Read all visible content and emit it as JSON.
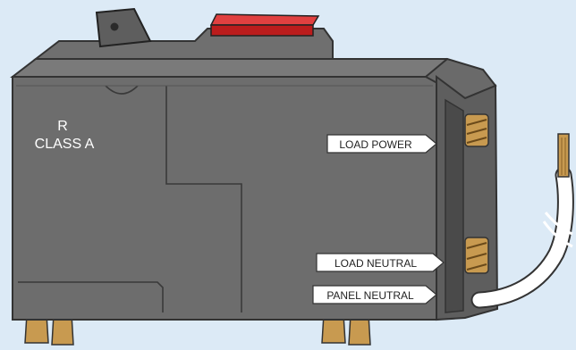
{
  "device_marking": {
    "line1": "R",
    "line2": "CLASS  A"
  },
  "callouts": {
    "load_power": "LOAD  POWER",
    "load_neutral": "LOAD  NEUTRAL",
    "panel_neutral": "PANEL  NEUTRAL"
  },
  "colors": {
    "background": "#dceaf6",
    "body": "#6d6d6d",
    "body_dark": "#5b5b5b",
    "test_button": "#cc2222",
    "brass": "#c89a50",
    "callout_fill": "#ffffff"
  },
  "icons": {
    "test_button": "red-test-button",
    "toggle": "breaker-handle",
    "terminal_screw": "brass-screw",
    "wire": "pigtail-wire"
  }
}
